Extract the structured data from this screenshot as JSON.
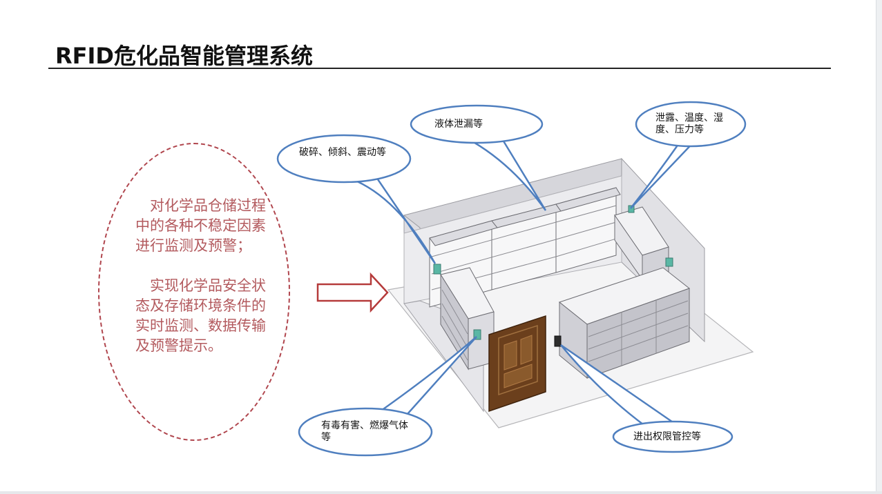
{
  "title": "RFID危化品智能管理系统",
  "description": {
    "paragraph_1": "对化学品仓储过程中的各种不稳定因素进行监测及预警；",
    "paragraph_2": "实现化学品安全状态及存储环境条件的实时监测、数据传输及预警提示。"
  },
  "callouts": {
    "break": "破碎、倾斜、震动等",
    "liquid": "液体泄漏等",
    "env": "泄露、温度、湿度、压力等",
    "gas": "有毒有害、燃爆气体等",
    "access": "进出权限管控等"
  },
  "colors": {
    "accent_red": "#b0454d",
    "callout_border": "#4f7fbf",
    "arrow_red": "#b53a3a"
  }
}
